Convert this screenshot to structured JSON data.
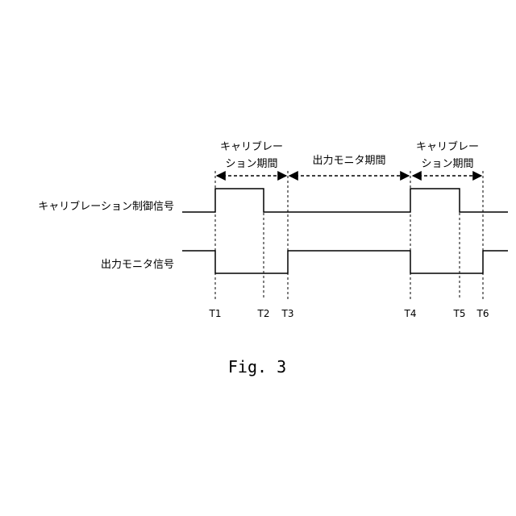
{
  "periods": [
    {
      "lines": [
        "キャリブレー",
        "ション期間"
      ]
    },
    {
      "lines": [
        "出力モニタ期間"
      ]
    },
    {
      "lines": [
        "キャリブレー",
        "ション期間"
      ]
    }
  ],
  "signals": [
    {
      "label": "キャリブレーション制御信号"
    },
    {
      "label": "出力モニタ信号"
    }
  ],
  "time_markers": [
    "T1",
    "T2",
    "T3",
    "T4",
    "T5",
    "T6"
  ],
  "caption": "Fig. 3"
}
